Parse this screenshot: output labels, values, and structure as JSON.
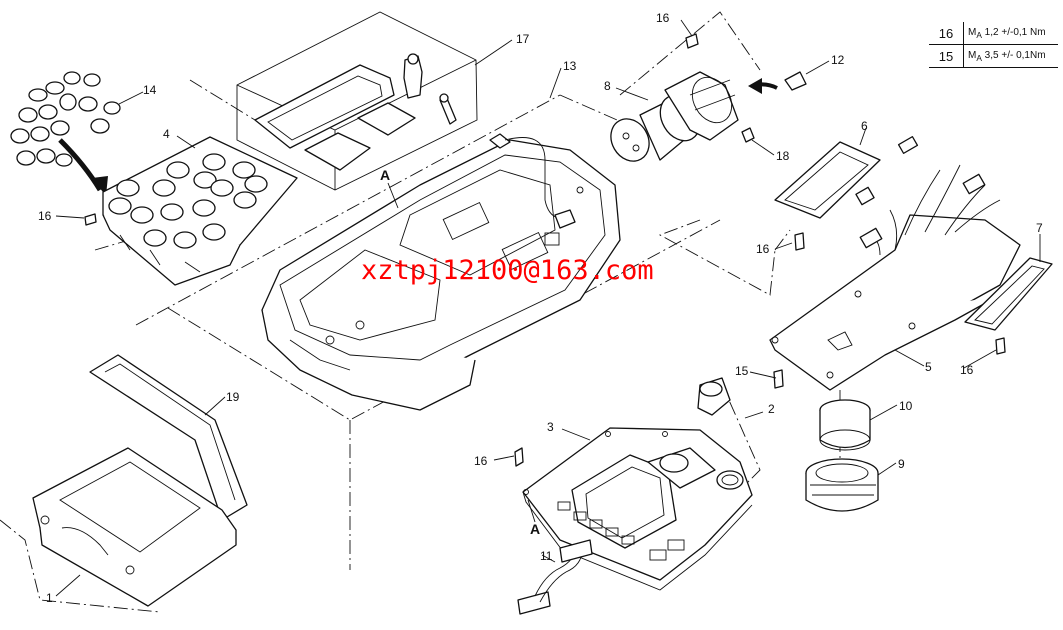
{
  "watermark": "xztpj12100@163.com",
  "torque_table": [
    {
      "id": "16",
      "sym": "M",
      "sub": "A",
      "value": " 1,2 +/-0,1 Nm"
    },
    {
      "id": "15",
      "sym": "M",
      "sub": "A",
      "value": " 3,5 +/- 0,1Nm"
    }
  ],
  "callouts": {
    "c1": "1",
    "c2": "2",
    "c3": "3",
    "c4": "4",
    "c5": "5",
    "c6": "6",
    "c7": "7",
    "c8": "8",
    "c9": "9",
    "c10": "10",
    "c11": "11",
    "c12": "12",
    "c13": "13",
    "c14": "14",
    "c15": "15",
    "c16a": "16",
    "c16b": "16",
    "c16c": "16",
    "c16d": "16",
    "c16e": "16",
    "c17": "17",
    "c18": "18",
    "c19": "19"
  },
  "section_markers": {
    "top": "A",
    "bottom": "A"
  }
}
